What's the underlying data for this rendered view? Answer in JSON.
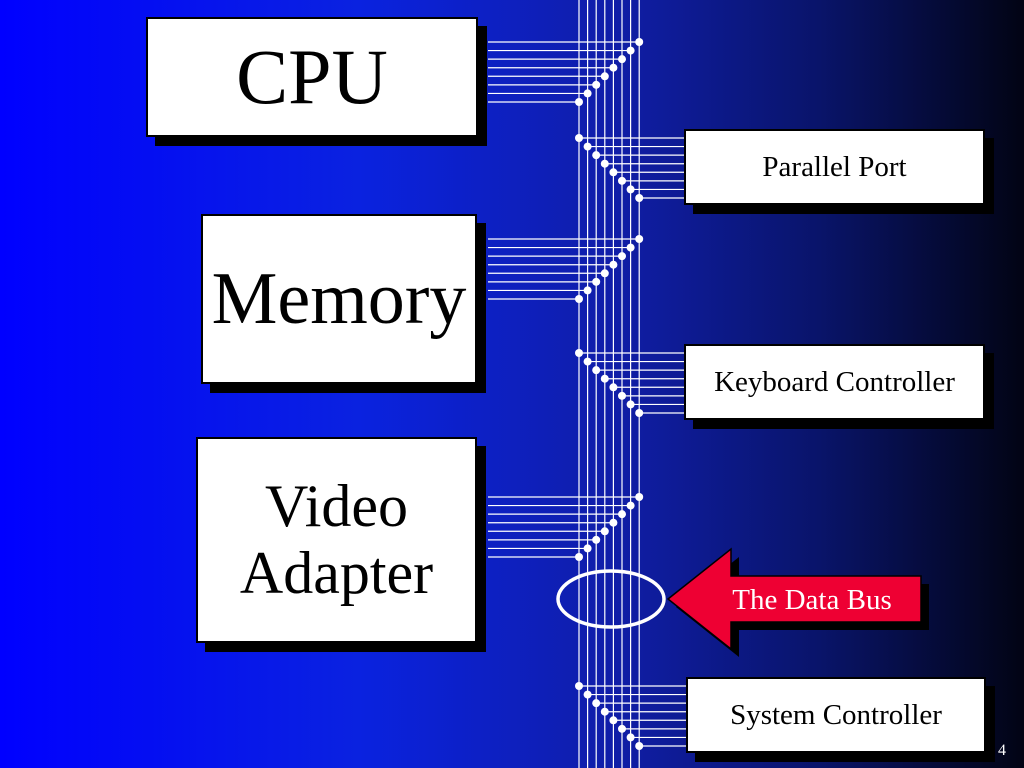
{
  "slide": {
    "background_colors": [
      "#0000ff",
      "#020414"
    ],
    "page_number": "4"
  },
  "components": {
    "cpu": "CPU",
    "memory": "Memory",
    "video_line1": "Video",
    "video_line2": "Adapter",
    "parallel_port": "Parallel Port",
    "keyboard_controller": "Keyboard Controller",
    "system_controller": "System Controller"
  },
  "callout": {
    "label": "The Data Bus",
    "arrow_color": "#ee0033"
  },
  "bus": {
    "line_count": 8,
    "line_color": "#ffffff"
  }
}
